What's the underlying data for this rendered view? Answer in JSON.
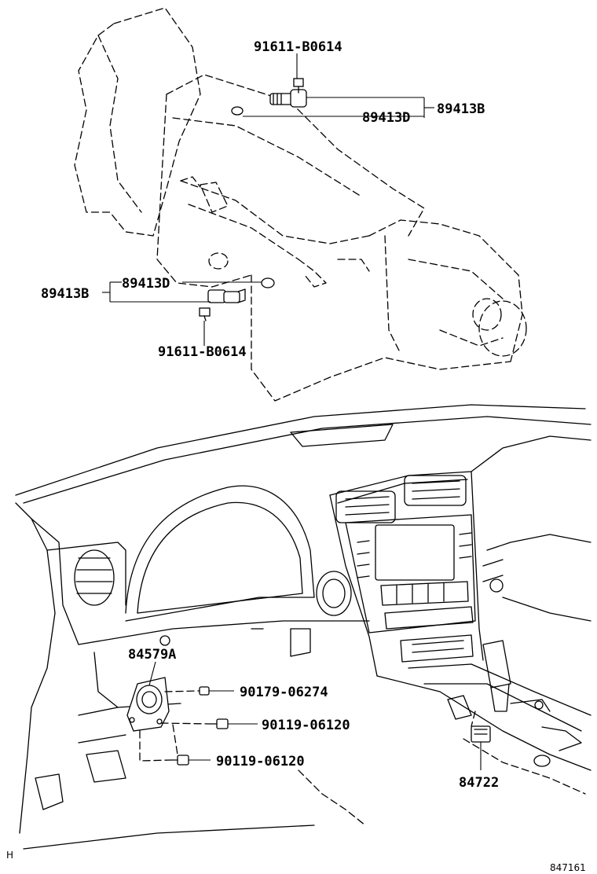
{
  "labels": {
    "bolt_top": "91611-B0614",
    "sensor_top_group": "89413B",
    "oring_top": "89413D",
    "oring_lower": "89413D",
    "sensor_lower_group": "89413B",
    "bolt_lower": "91611-B0614",
    "clip_84579a": "84579A",
    "screw_90179": "90179-06274",
    "screw_90119_a": "90119-06120",
    "screw_90119_b": "90119-06120",
    "connector_84722": "84722"
  },
  "footer": {
    "corner_mark": "H",
    "diagram_number": "847161"
  }
}
